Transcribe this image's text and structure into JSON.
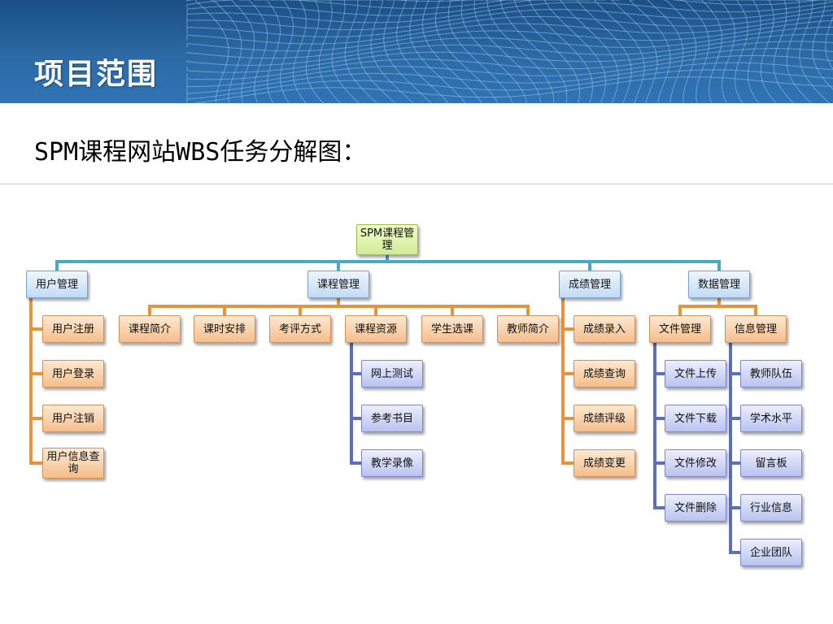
{
  "banner": {
    "title": "项目范围"
  },
  "subtitle": "SPM课程网站WBS任务分解图：",
  "wbs": {
    "root": "SPM课程管理",
    "l1": [
      "用户管理",
      "课程管理",
      "成绩管理",
      "数据管理"
    ],
    "user_tasks": [
      "用户注册",
      "用户登录",
      "用户注销",
      "用户信息查询"
    ],
    "course_tasks": [
      "课程简介",
      "课时安排",
      "考评方式",
      "课程资源",
      "学生选课",
      "教师简介"
    ],
    "resource_tasks": [
      "网上测试",
      "参考书目",
      "教学录像"
    ],
    "grade_tasks": [
      "成绩录入",
      "成绩查询",
      "成绩评级",
      "成绩变更"
    ],
    "data_tasks": [
      "文件管理",
      "信息管理"
    ],
    "file_tasks": [
      "文件上传",
      "文件下载",
      "文件修改",
      "文件删除"
    ],
    "info_tasks": [
      "教师队伍",
      "学术水平",
      "留言板",
      "行业信息",
      "企业团队"
    ]
  },
  "colors": {
    "teal_line": "#4aa8c2",
    "orange_line": "#e8923a",
    "purple_line": "#5b6fba"
  }
}
